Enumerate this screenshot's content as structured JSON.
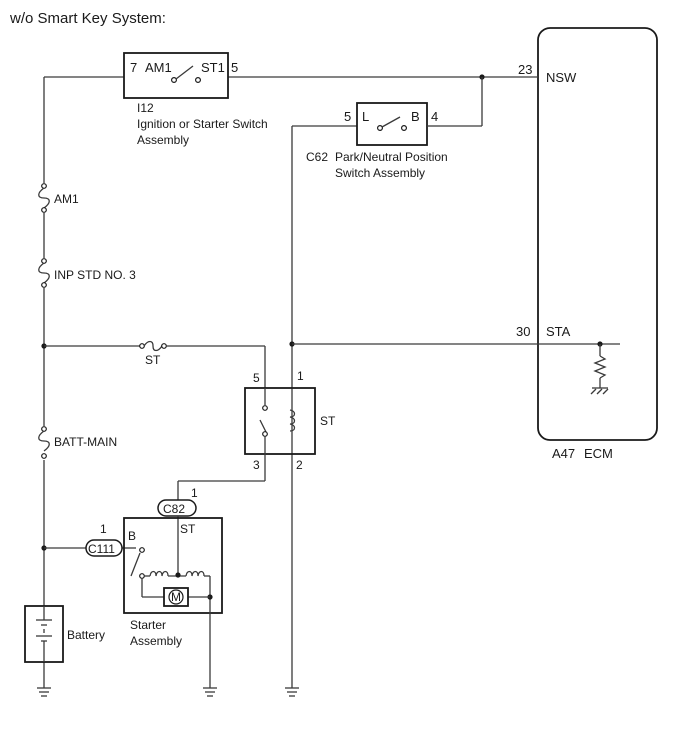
{
  "title": "w/o Smart Key System:",
  "ignition_switch": {
    "terminal_in": "AM1",
    "terminal_out": "ST1",
    "pin_in": "7",
    "pin_out": "5",
    "code": "I12",
    "name_line1": "Ignition or Starter Switch",
    "name_line2": "Assembly"
  },
  "park_neutral_switch": {
    "terminal_l": "L",
    "terminal_b": "B",
    "pin_l": "5",
    "pin_b": "4",
    "code": "C62",
    "name_line1": "Park/Neutral Position",
    "name_line2": "Switch Assembly"
  },
  "fuses": {
    "am1": "AM1",
    "inp_std": "INP STD NO. 3",
    "batt_main": "BATT-MAIN",
    "st": "ST"
  },
  "st_relay": {
    "label": "ST",
    "pin_5": "5",
    "pin_1": "1",
    "pin_3": "3",
    "pin_2": "2"
  },
  "ecm": {
    "code": "A47",
    "name": "ECM",
    "pin_nsw": "23",
    "label_nsw": "NSW",
    "pin_sta": "30",
    "label_sta": "STA"
  },
  "connectors": {
    "c82": "C82",
    "c82_pin": "1",
    "c111": "C111",
    "c111_pin": "1"
  },
  "starter": {
    "terminal_b": "B",
    "terminal_st": "ST",
    "motor_symbol": "M",
    "name_line1": "Starter",
    "name_line2": "Assembly"
  },
  "battery": {
    "label": "Battery"
  }
}
